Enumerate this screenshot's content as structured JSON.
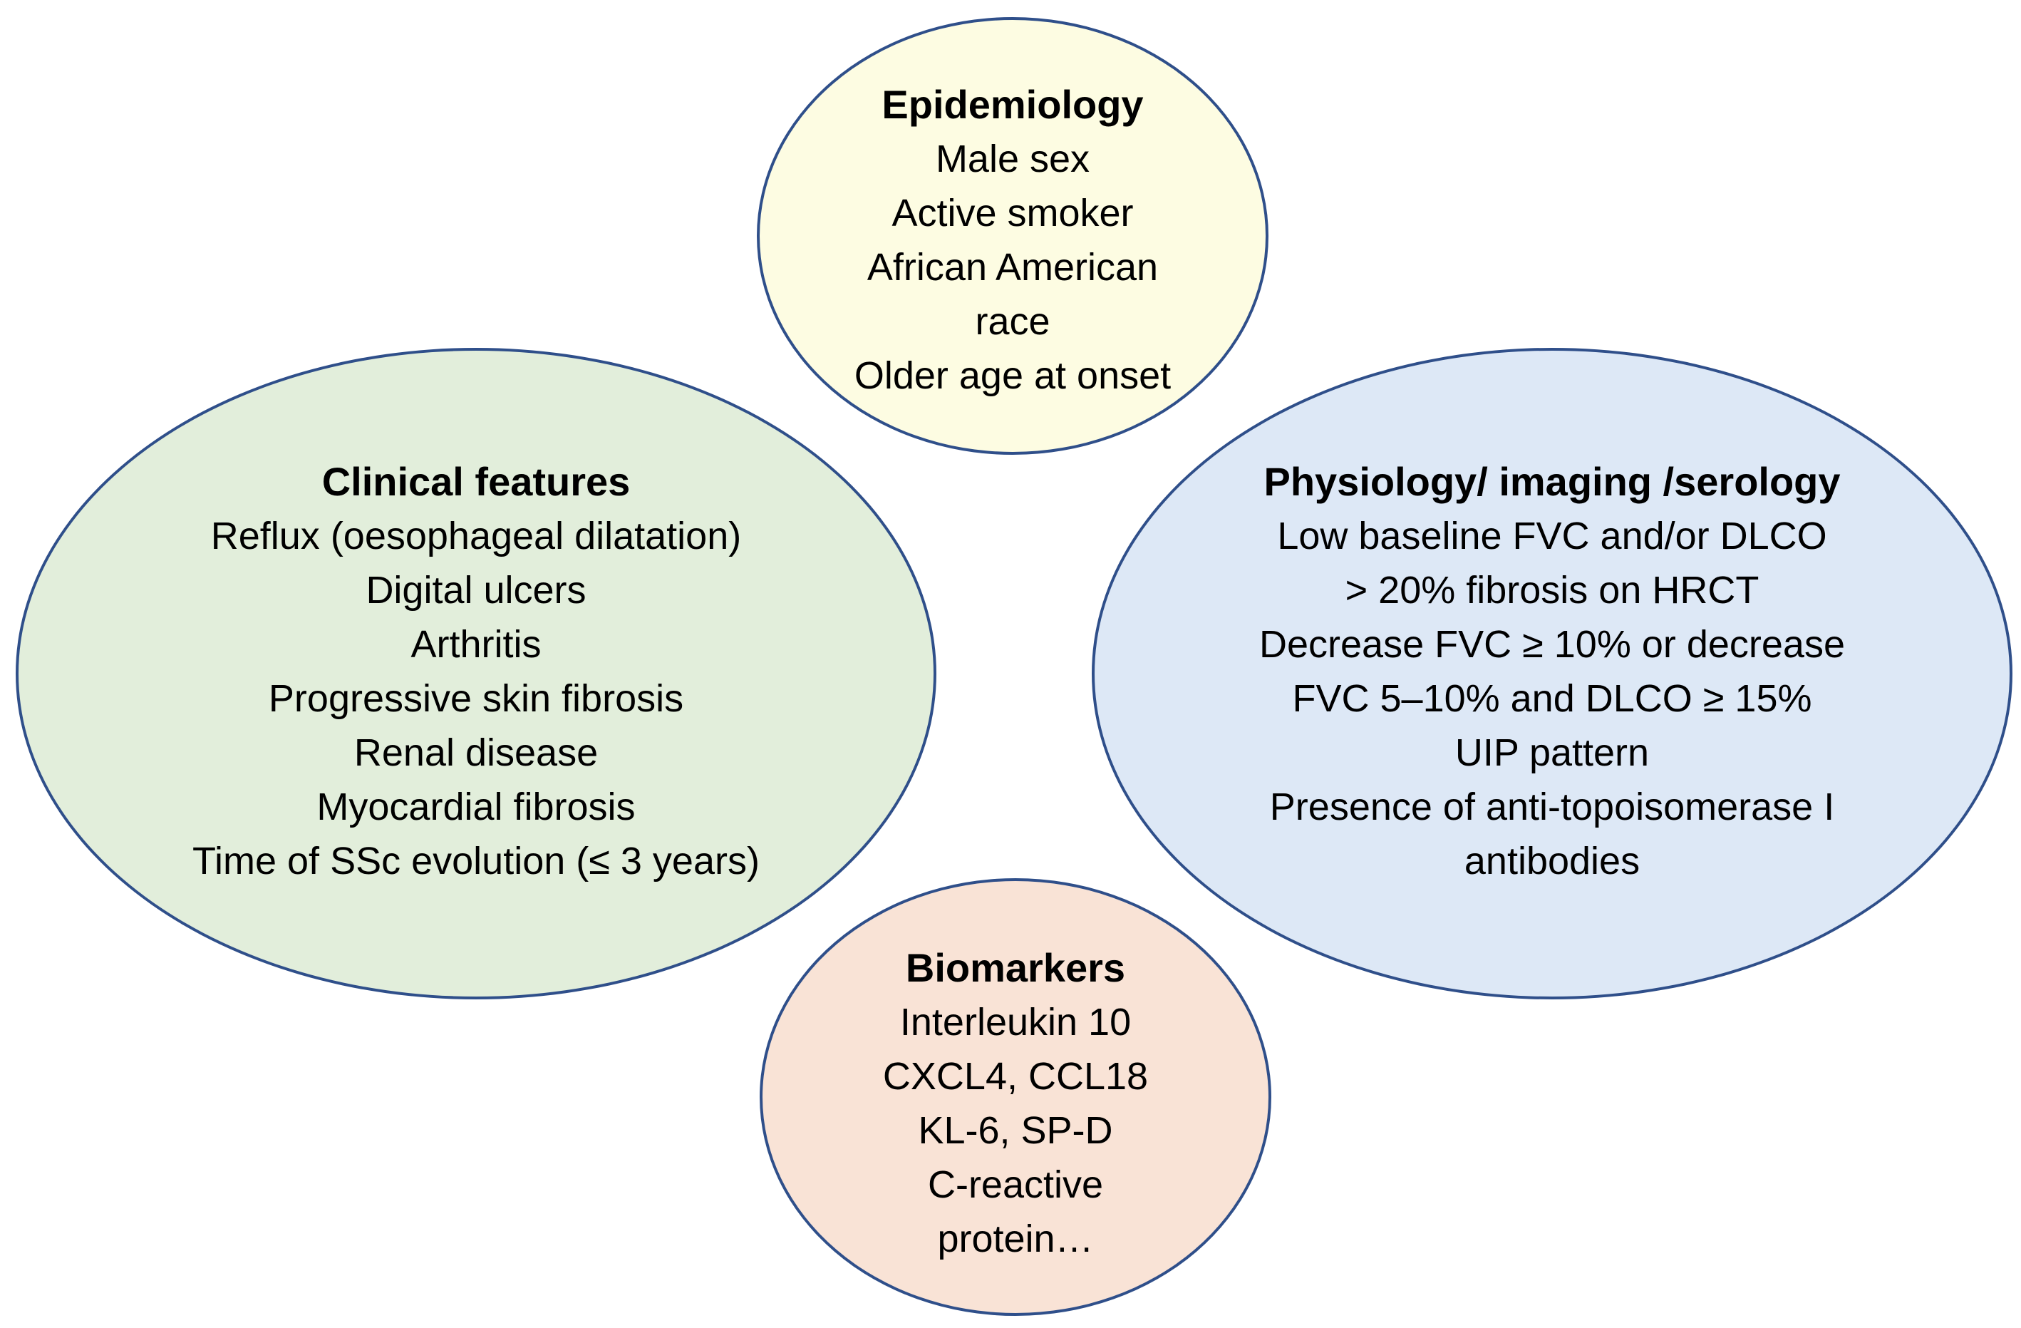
{
  "colors": {
    "outline": "#2f4f8a",
    "epidemiology_fill": "#fdfce2",
    "clinical_fill": "#e2eedb",
    "physiology_fill": "#dde8f6",
    "biomarkers_fill": "#f9e3d6"
  },
  "epidemiology": {
    "title": "Epidemiology",
    "items": [
      "Male sex",
      "Active smoker",
      "African American",
      "race",
      "Older age at onset"
    ]
  },
  "clinical": {
    "title": "Clinical features",
    "items": [
      "Reflux (oesophageal dilatation)",
      "Digital ulcers",
      "Arthritis",
      "Progressive skin fibrosis",
      "Renal disease",
      "Myocardial fibrosis",
      "Time of SSc evolution (≤ 3 years)"
    ]
  },
  "physiology": {
    "title": "Physiology/ imaging /serology",
    "items": [
      "Low baseline FVC and/or DLCO",
      "> 20% fibrosis on HRCT",
      "Decrease FVC ≥ 10% or decrease",
      "FVC 5–10% and DLCO ≥ 15%",
      "UIP pattern",
      "Presence of anti-topoisomerase I",
      "antibodies"
    ]
  },
  "biomarkers": {
    "title": "Biomarkers",
    "items": [
      "Interleukin 10",
      "CXCL4, CCL18",
      "KL-6, SP-D",
      "C-reactive",
      "protein…"
    ]
  }
}
